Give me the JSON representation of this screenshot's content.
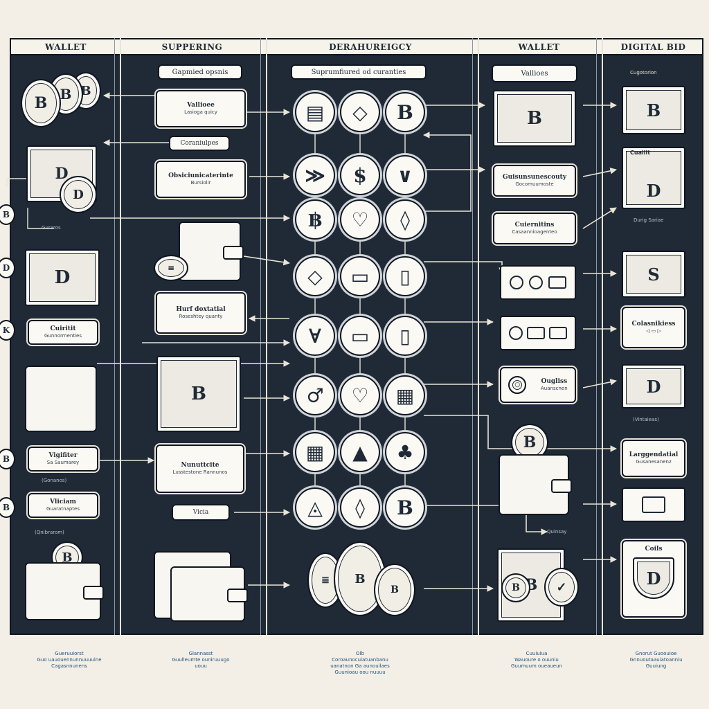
{
  "columns": {
    "c1": "WALLET",
    "c2": "SUPPERING",
    "c3": "DERAHUREIGCY",
    "c4": "WALLET",
    "c5": "DIGITAL BID"
  },
  "labels": {
    "top_left_pill": "Gapmied opsnis",
    "top_center_pill": "Suprumfiured od curanties",
    "top_right_pill": "Vallioes",
    "left_box1_title": "Vallioee",
    "left_box1_sub": "Lasioga quicy",
    "left_pill2": "Coraniulpes",
    "left_box2_title": "Obsiciunicaterinte",
    "left_box2_sub": "Bursiolir",
    "left_small_cap": "Guraros",
    "left_box3_title": "Hurf doxtatial",
    "left_box3_sub": "Roseshtey quanty",
    "far_left_box1_title": "Cuiritit",
    "far_left_box1_sub": "Gunnormenties",
    "far_left_box2_title": "Vigifiter",
    "far_left_box2_sub": "Sa Saumarey",
    "far_left_cap1": "(Gonanos)",
    "far_left_box3_title": "Vliciam",
    "far_left_box3_sub": "Guaratnaptes",
    "far_left_cap2": "(Qnibrarom)",
    "left_box4_title": "Nunuttcite",
    "left_box4_sub": "Lusstestone Rannunos",
    "left_pill4": "Vicia",
    "right_box1_title": "Guisunsunescouty",
    "right_box1_sub": "Gocomuumoste",
    "right_box2_title": "Cuiernitins",
    "right_box2_sub": "Casaannioagenteo",
    "right_card_title": "Ougliss",
    "right_card_sub": "Auanscnen",
    "right_wallet_cap": "Quinsay",
    "far_right_cap0": "Cugotorion",
    "far_right_box2_title": "Cualiit",
    "far_right_cap1": "Durig Sariae",
    "far_right_box4_title": "Colasnikiess",
    "far_right_cap2": "(Vintaieas)",
    "far_right_box6_title": "Larggendatial",
    "far_right_box6_sub": "Gusanesanenz",
    "far_right_box8_title": "Coils"
  },
  "node_glyphs": [
    "▤",
    "◇",
    "B",
    "≫",
    "$",
    "∨",
    "฿",
    "♡",
    "◊",
    "◇",
    "▭",
    "▯",
    "∀",
    "▭",
    "▯",
    "♂",
    "♡",
    "▦",
    "▦",
    "▲",
    "♣",
    "◬",
    "◊",
    "B"
  ],
  "footnotes": {
    "f1": "Gueruuiorst\nGuo uauouennunnuuuuine\nCagasnnunens",
    "f2": "Glannasst\nGuulleumte ouniruuugo\nuouu",
    "f3": "Olb\nCoroaunocuiatuanbanu\nuanatnon Ga aunouilaes\nGuunioau oou nuuuu",
    "f4": "Cuuiuiua\nWauoure o ouuniu\nGuumuum oueaueun",
    "f5": "Gnorut Guoouioe\nGnnuoutaauiatoanniu\nGuuiung"
  },
  "colors": {
    "board": "#1f2a36",
    "paper": "#fbf9f4",
    "ink": "#0f1620",
    "footnote": "#1f4f7a"
  }
}
